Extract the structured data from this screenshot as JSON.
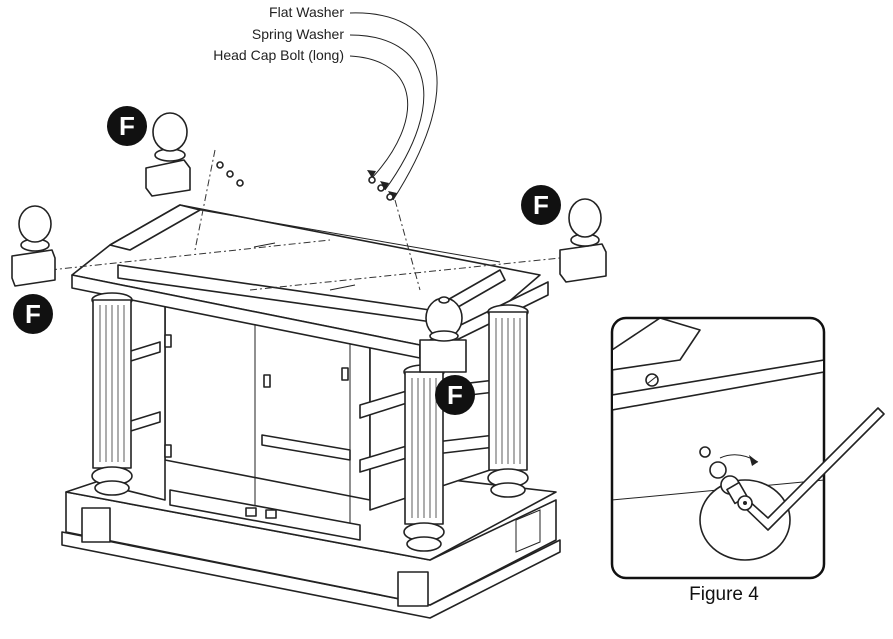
{
  "callouts": {
    "flat_washer": "Flat Washer",
    "spring_washer": "Spring Washer",
    "head_cap_bolt": "Head Cap Bolt (long)"
  },
  "part_badges": [
    "F",
    "F",
    "F",
    "F"
  ],
  "detail": {
    "caption": "Figure 4",
    "tool_icon": "allen-key-icon"
  },
  "colors": {
    "line": "#222222",
    "badge_fill": "#111111",
    "background": "#ffffff"
  }
}
